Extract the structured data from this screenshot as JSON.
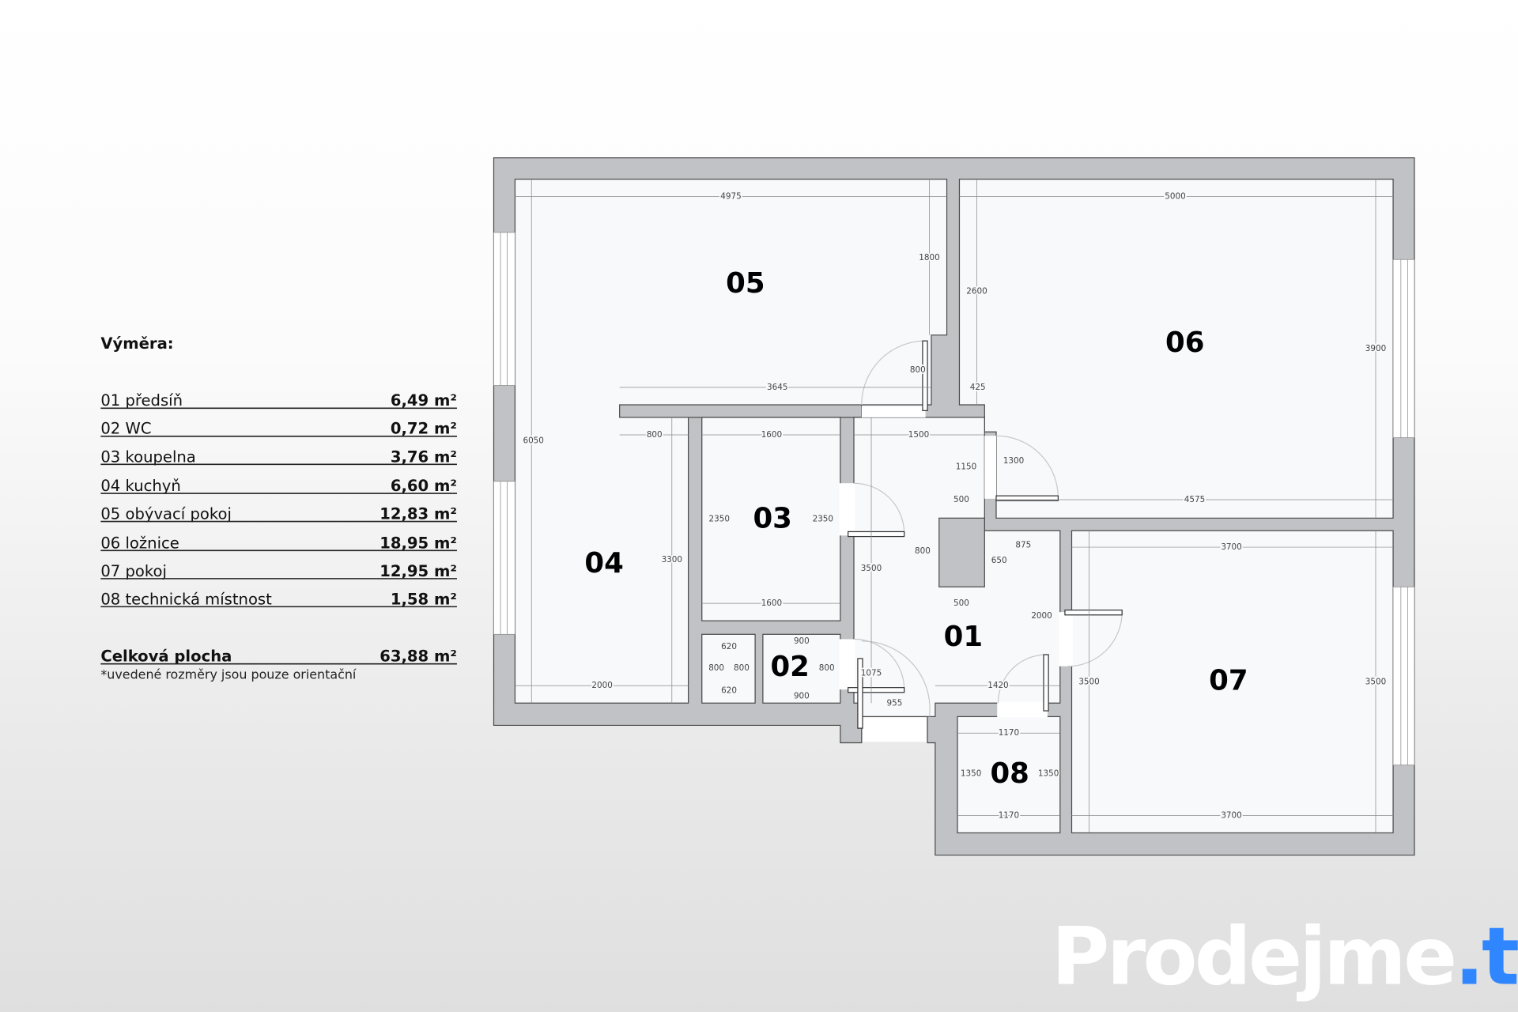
{
  "legend": {
    "title": "Výměra:",
    "rows": [
      {
        "label": "01 předsíň",
        "area": "6,49 m²"
      },
      {
        "label": "02 WC",
        "area": "0,72 m²"
      },
      {
        "label": "03 koupelna",
        "area": "3,76 m²"
      },
      {
        "label": "04 kuchyň",
        "area": "6,60 m²"
      },
      {
        "label": "05 obývací pokoj",
        "area": "12,83 m²"
      },
      {
        "label": "06 ložnice",
        "area": "18,95 m²"
      },
      {
        "label": "07 pokoj",
        "area": "12,95 m²"
      },
      {
        "label": "08 technická místnost",
        "area": "1,58 m²"
      }
    ],
    "total_label": "Celková plocha",
    "total_area": "63,88 m²",
    "note": "*uvedené rozměry jsou pouze orientační"
  },
  "rooms": [
    "01",
    "02",
    "03",
    "04",
    "05",
    "06",
    "07",
    "08"
  ],
  "dims": [
    "4975",
    "5000",
    "1800",
    "2600",
    "6050",
    "3900",
    "3645",
    "425",
    "800",
    "800",
    "1600",
    "1500",
    "1150",
    "1300",
    "500",
    "4575",
    "3700",
    "875",
    "650",
    "800",
    "3500",
    "2350",
    "2350",
    "3300",
    "1600",
    "500",
    "2000",
    "620",
    "620",
    "900",
    "900",
    "800",
    "800",
    "800",
    "1075",
    "2000",
    "1420",
    "955",
    "3500",
    "3500",
    "1170",
    "1170",
    "1350",
    "1350",
    "3700"
  ],
  "logo": {
    "main": "Prodejme",
    "dot": ".",
    "tld": "to",
    "accent_color": "#2f86ff"
  }
}
